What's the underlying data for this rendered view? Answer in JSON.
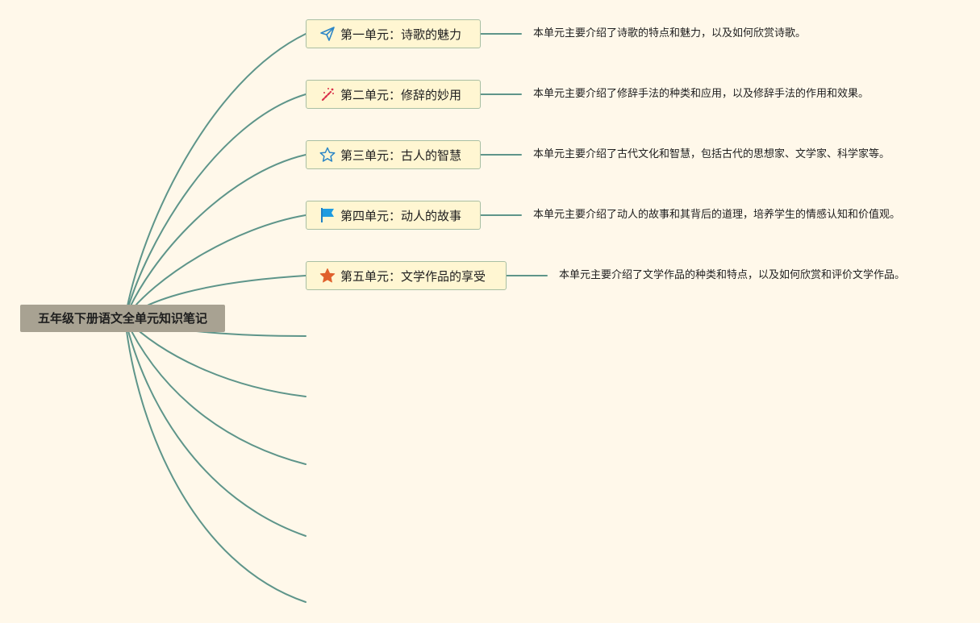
{
  "mindmap": {
    "root": "五年级下册语文全单元知识笔记",
    "colors": {
      "background": "#FFF8EA",
      "line": "#5E958A",
      "root_fill": "#A8A292",
      "topic_fill": "#FFF6D2",
      "topic_border": "#A9BFA3"
    },
    "topics": [
      {
        "label": "第一单元：诗歌的魅力",
        "icon": "paper-plane-icon",
        "description": "本单元主要介绍了诗歌的特点和魅力，以及如何欣赏诗歌。"
      },
      {
        "label": "第二单元：修辞的妙用",
        "icon": "magic-wand-icon",
        "description": "本单元主要介绍了修辞手法的种类和应用，以及修辞手法的作用和效果。"
      },
      {
        "label": "第三单元：古人的智慧",
        "icon": "star-outline-icon",
        "description": "本单元主要介绍了古代文化和智慧，包括古代的思想家、文学家、科学家等。"
      },
      {
        "label": "第四单元：动人的故事",
        "icon": "flag-icon",
        "description": "本单元主要介绍了动人的故事和其背后的道理，培养学生的情感认知和价值观。"
      },
      {
        "label": "第五单元：文学作品的享受",
        "icon": "star-filled-icon",
        "description": "本单元主要介绍了文学作品的种类和特点，以及如何欣赏和评价文学作品。"
      }
    ]
  }
}
